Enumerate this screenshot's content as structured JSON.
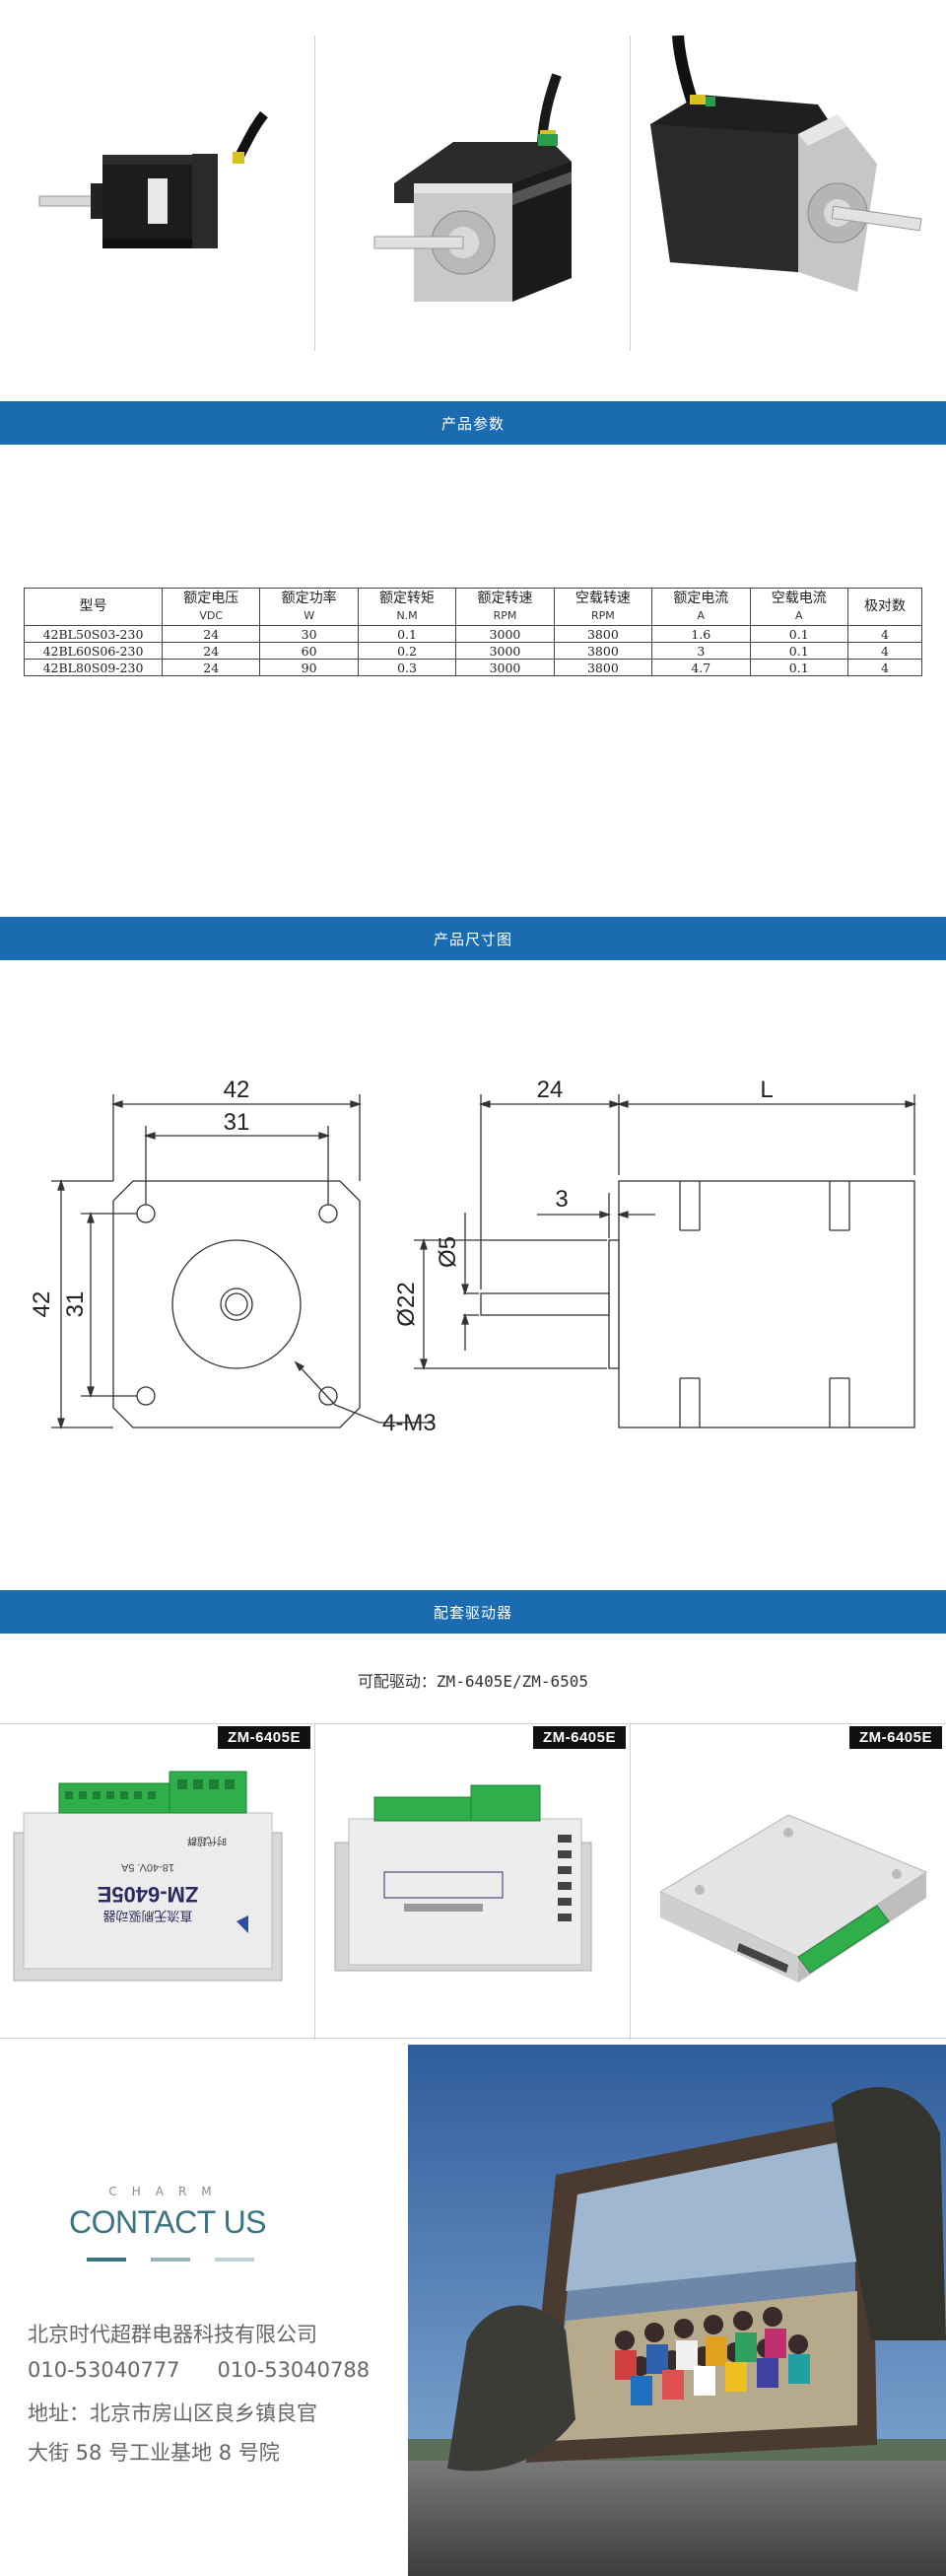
{
  "sections": {
    "params_title": "产品参数",
    "dims_title": "产品尺寸图",
    "driver_title": "配套驱动器"
  },
  "specs": {
    "headers": [
      {
        "label": "型号",
        "unit": ""
      },
      {
        "label": "额定电压",
        "unit": "VDC"
      },
      {
        "label": "额定功率",
        "unit": "W"
      },
      {
        "label": "额定转矩",
        "unit": "N.M"
      },
      {
        "label": "额定转速",
        "unit": "RPM"
      },
      {
        "label": "空载转速",
        "unit": "RPM"
      },
      {
        "label": "额定电流",
        "unit": "A"
      },
      {
        "label": "空载电流",
        "unit": "A"
      },
      {
        "label": "极对数",
        "unit": ""
      }
    ],
    "rows": [
      [
        "42BL50S03-230",
        "24",
        "30",
        "0.1",
        "3000",
        "3800",
        "1.6",
        "0.1",
        "4"
      ],
      [
        "42BL60S06-230",
        "24",
        "60",
        "0.2",
        "3000",
        "3800",
        "3",
        "0.1",
        "4"
      ],
      [
        "42BL80S09-230",
        "24",
        "90",
        "0.3",
        "3000",
        "3800",
        "4.7",
        "0.1",
        "4"
      ]
    ]
  },
  "drawing": {
    "width_top": "42",
    "hole_spacing_top": "31",
    "height_left": "42",
    "hole_spacing_left": "31",
    "holes": "4-M3",
    "shaft_len": "24",
    "body_len": "L",
    "shaft_dia": "Ø5",
    "boss_dia": "Ø22",
    "boss_len": "3"
  },
  "driver": {
    "caption": "可配驱动：ZM-6405E/ZM-6505",
    "tags": [
      "ZM-6405E",
      "ZM-6405E",
      "ZM-6405E"
    ],
    "panel_model": "ZM-6405E",
    "panel_name": "直流无刷驱动器",
    "panel_spec": "18-40V. 5A",
    "panel_brand": "时代超群"
  },
  "contact": {
    "charm": "CHARM",
    "title": "CONTACT US",
    "company": "北京时代超群电器科技有限公司",
    "phone1": "010-53040777",
    "phone2": "010-53040788",
    "address_line1": "地址：北京市房山区良乡镇良官",
    "address_line2": "大街 58 号工业基地 8 号院",
    "dash_colors": [
      "#3b7380",
      "#9ab3bb",
      "#c0d0d6"
    ]
  },
  "colors": {
    "banner": "#1b6bb0",
    "terminal_green": "#2fae4a"
  }
}
